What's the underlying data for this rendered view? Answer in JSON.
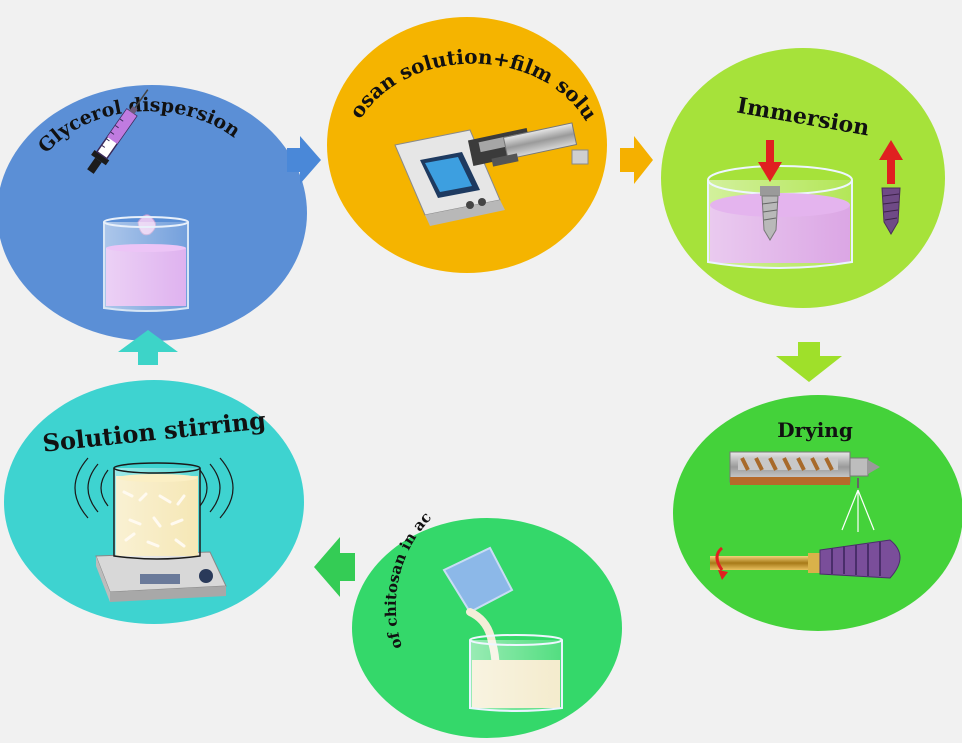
{
  "diagram": {
    "stages": [
      {
        "id": "glycerol",
        "label": "Glycerol dispersion",
        "color": "#5b8fd6"
      },
      {
        "id": "chitosan_film",
        "label": "Chitosan solution+film solution",
        "color": "#f5b400"
      },
      {
        "id": "immersion",
        "label": "Immersion",
        "color": "#a6e23a"
      },
      {
        "id": "drying",
        "label": "Drying",
        "color": "#44d23a"
      },
      {
        "id": "dissolution",
        "label": "Dissolution of chitosan in acid medium",
        "color": "#34d86a"
      },
      {
        "id": "stirring",
        "label": "Solution stirring",
        "color": "#3ed3d0"
      }
    ],
    "arrow_colors": {
      "blue": "#4a88d8",
      "orange": "#f5b000",
      "lime": "#9fe02a",
      "green": "#34cc55",
      "cyan": "#3dd4c8",
      "red": "#e02020"
    }
  }
}
